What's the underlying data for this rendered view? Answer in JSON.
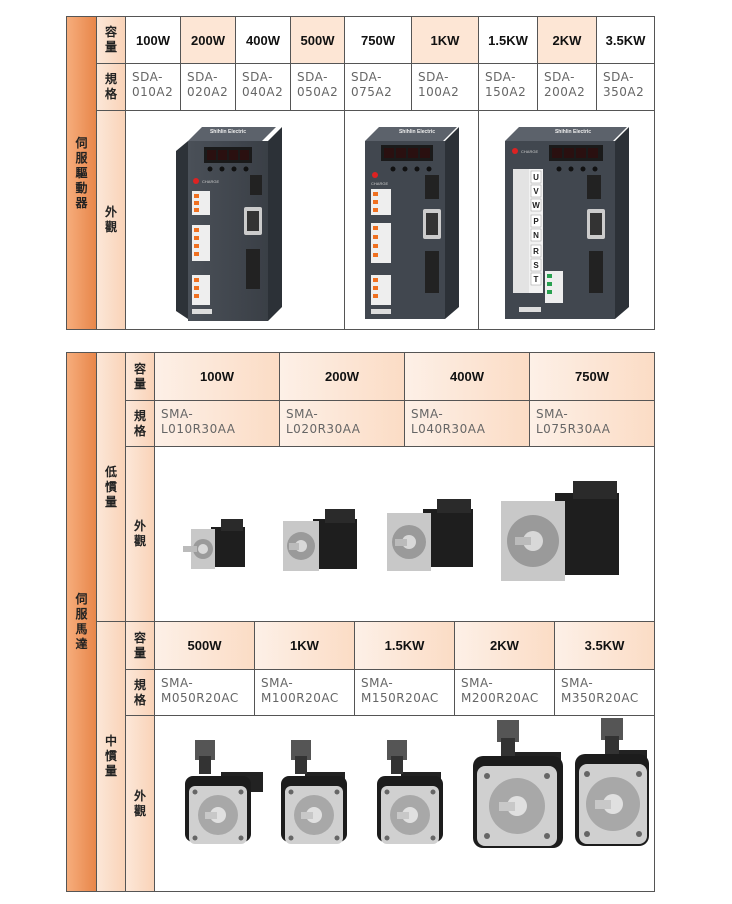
{
  "drive": {
    "group_label": "伺服驅動器",
    "capacity_label": "容量",
    "spec_label": "規格",
    "appearance_label": "外觀",
    "capacities": [
      "100W",
      "200W",
      "400W",
      "500W",
      "750W",
      "1KW",
      "1.5KW",
      "2KW",
      "3.5KW"
    ],
    "models": [
      [
        "SDA-",
        "010A2"
      ],
      [
        "SDA-",
        "020A2"
      ],
      [
        "SDA-",
        "040A2"
      ],
      [
        "SDA-",
        "050A2"
      ],
      [
        "SDA-",
        "075A2"
      ],
      [
        "SDA-",
        "100A2"
      ],
      [
        "SDA-",
        "150A2"
      ],
      [
        "SDA-",
        "200A2"
      ],
      [
        "SDA-",
        "350A2"
      ]
    ],
    "brand_text": "Shihlin Electric",
    "charge_text": "CHARGE",
    "terminal_letters": [
      "U",
      "V",
      "W",
      "P",
      "N",
      "R",
      "S",
      "T"
    ]
  },
  "motor": {
    "group_label": "伺服馬達",
    "low_inertia_label": "低慣量",
    "mid_inertia_label": "中慣量",
    "capacity_label": "容量",
    "spec_label": "規格",
    "appearance_label": "外觀",
    "low": {
      "capacities": [
        "100W",
        "200W",
        "400W",
        "750W"
      ],
      "models": [
        [
          "SMA-",
          "L010R30AA"
        ],
        [
          "SMA-",
          "L020R30AA"
        ],
        [
          "SMA-",
          "L040R30AA"
        ],
        [
          "SMA-",
          "L075R30AA"
        ]
      ]
    },
    "mid": {
      "capacities": [
        "500W",
        "1KW",
        "1.5KW",
        "2KW",
        "3.5KW"
      ],
      "models": [
        [
          "SMA-",
          "M050R20AC"
        ],
        [
          "SMA-",
          "M100R20AC"
        ],
        [
          "SMA-",
          "M150R20AC"
        ],
        [
          "SMA-",
          "M200R20AC"
        ],
        [
          "SMA-",
          "M350R20AC"
        ]
      ]
    }
  }
}
